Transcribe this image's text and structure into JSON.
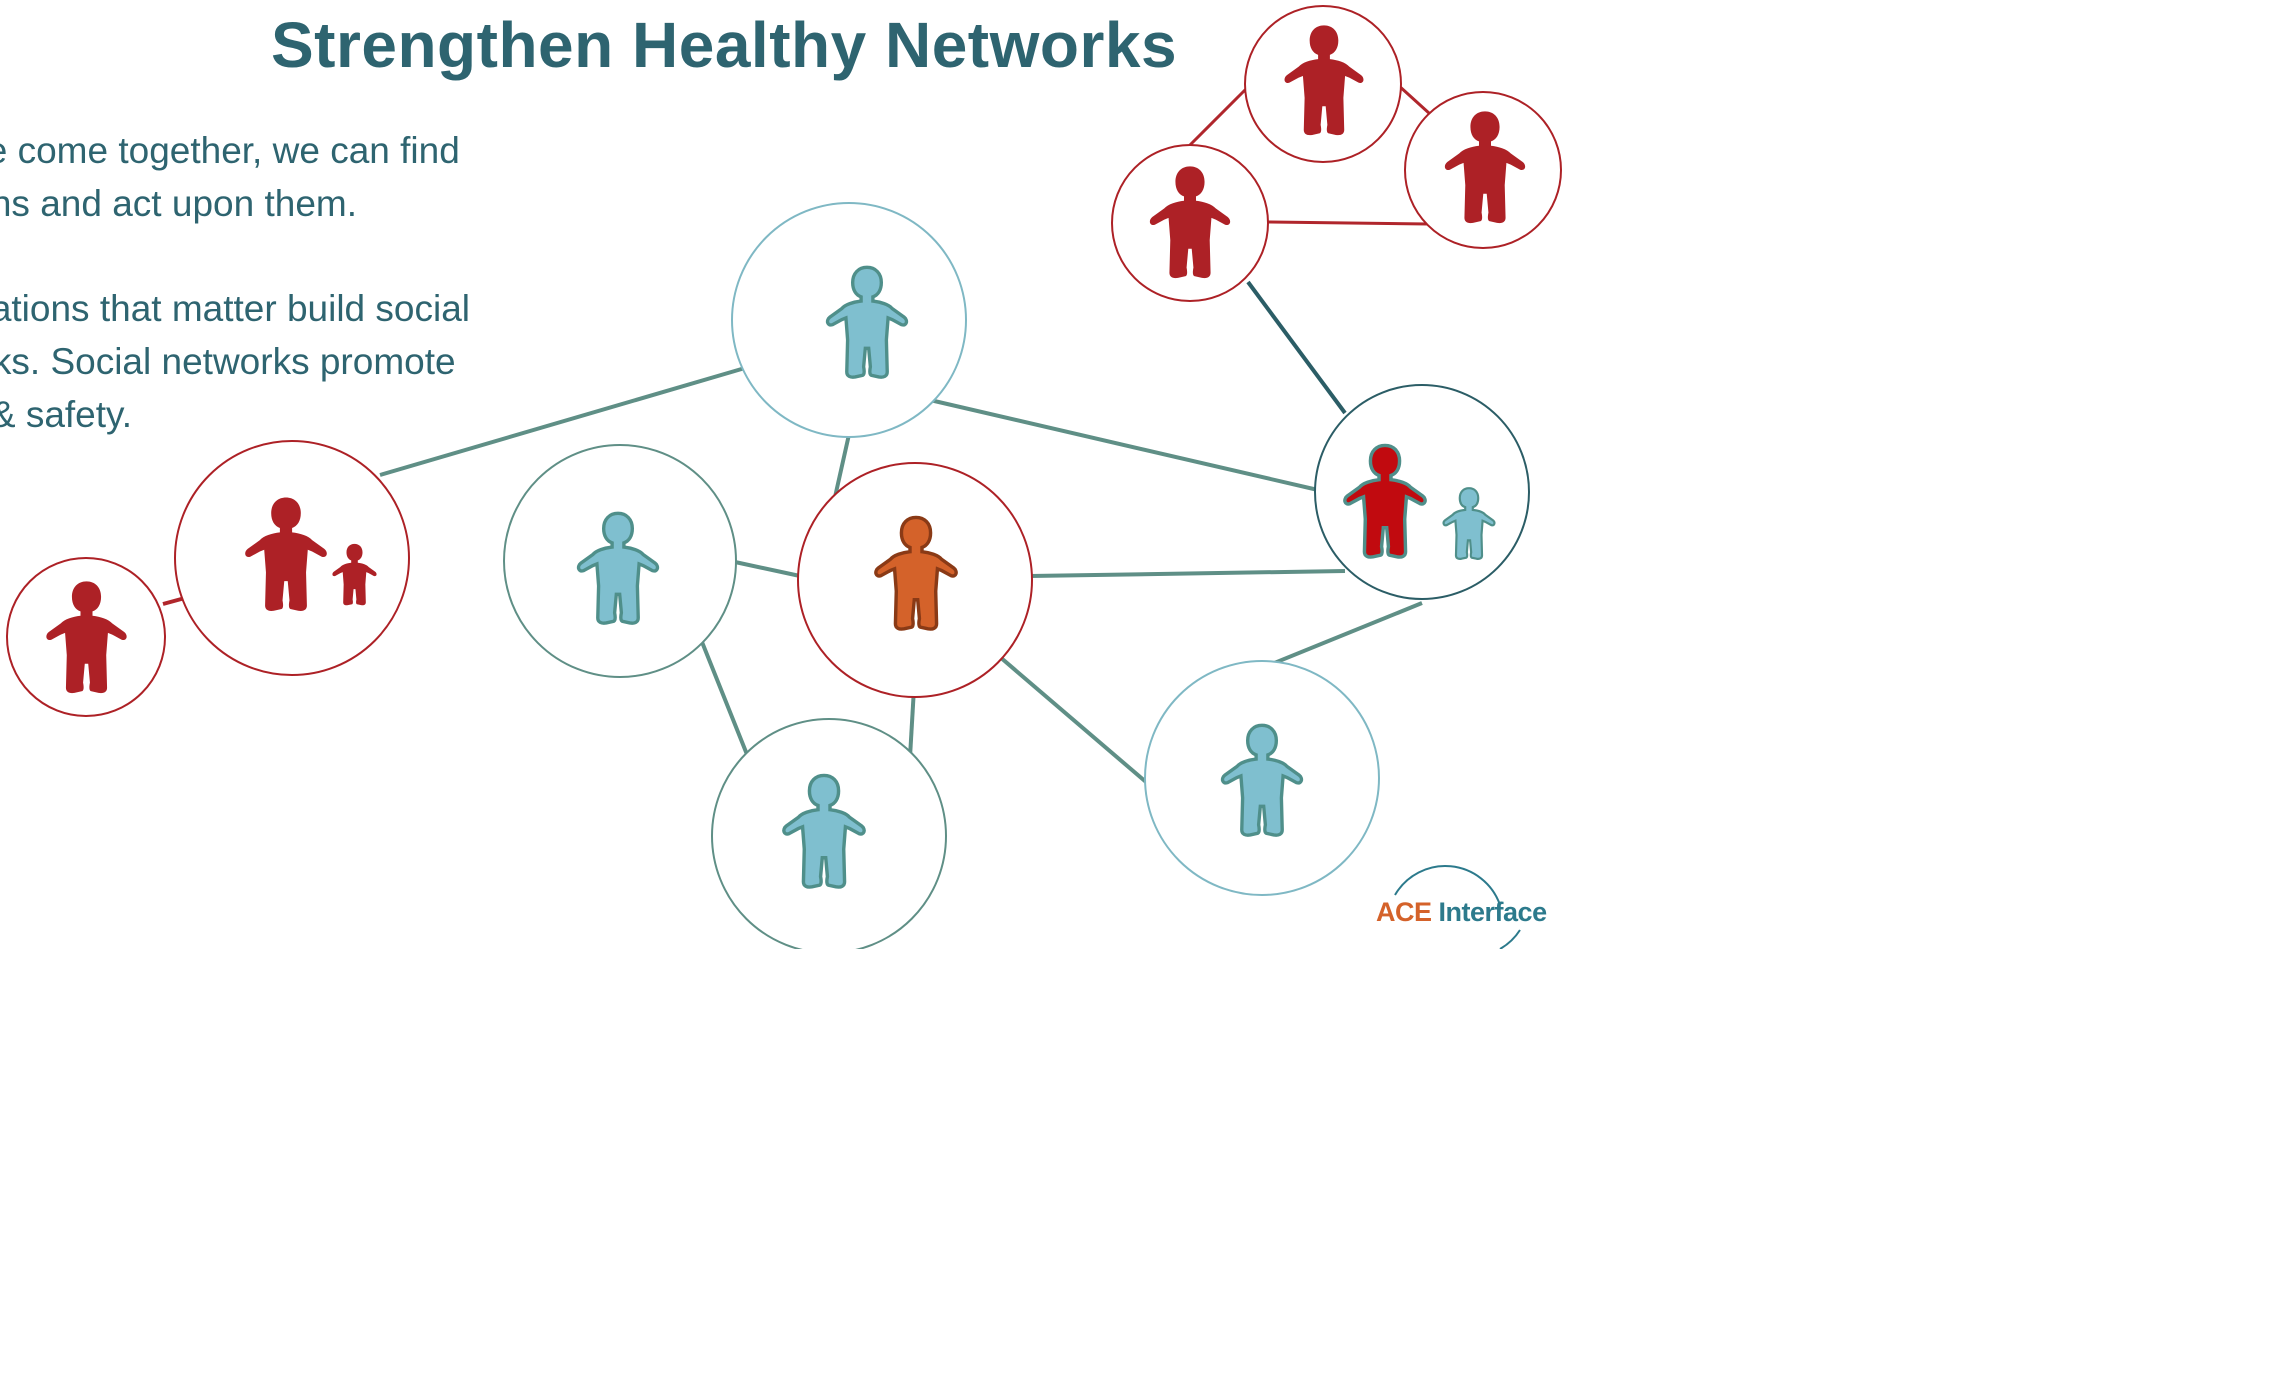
{
  "title": "Strengthen Healthy Networks",
  "paragraphs": [
    [
      "we come together, we can find",
      "gths and act upon them."
    ],
    [
      "rsations that matter build social",
      "orks.  Social networks promote",
      "n & safety."
    ]
  ],
  "logo": {
    "part1": "ACE",
    "part2": "Interface"
  },
  "colors": {
    "title": "#2e6470",
    "red_person": "#ad2126",
    "blue_person": "#7fbfcf",
    "orange_person": "#d4622a",
    "dark_red_person": "#c10a0f",
    "green_link": "#5f8f86",
    "red_link": "#b0262c",
    "dark_link": "#2b5d66"
  }
}
